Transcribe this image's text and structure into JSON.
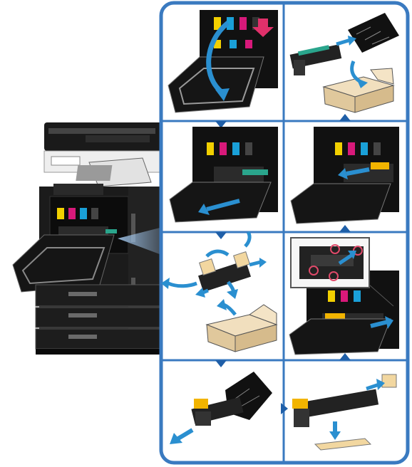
{
  "figure": {
    "description_hidden": "",
    "accent_blue": "#2a6fb5",
    "frame_blue": "#3a7ac0",
    "toner_colors": {
      "yellow": "#f2d000",
      "magenta": "#d8197a",
      "cyan": "#1aa0d8",
      "black": "#111111"
    },
    "flow_arrow_color": "#1f5fa8",
    "action_arrow_color": "#2a8fd0",
    "press_arrow_color": "#e0306a",
    "box_color": "#e8d3ae",
    "highlight_circle_color": "#e04a6a"
  },
  "panels": [
    {
      "id": "r1-left",
      "step": "open-front-door"
    },
    {
      "id": "r1-right",
      "step": "put-old-unit-in-bag-and-box"
    },
    {
      "id": "r2-left",
      "step": "pull-out-imaging-unit"
    },
    {
      "id": "r2-right",
      "step": "close-and-release"
    },
    {
      "id": "r3-left",
      "step": "unpack-new-imaging-unit"
    },
    {
      "id": "r3-right",
      "step": "insert-new-unit"
    },
    {
      "id": "r4-left",
      "step": "remove-from-bag"
    },
    {
      "id": "r4-right",
      "step": "remove-protective-parts"
    }
  ]
}
